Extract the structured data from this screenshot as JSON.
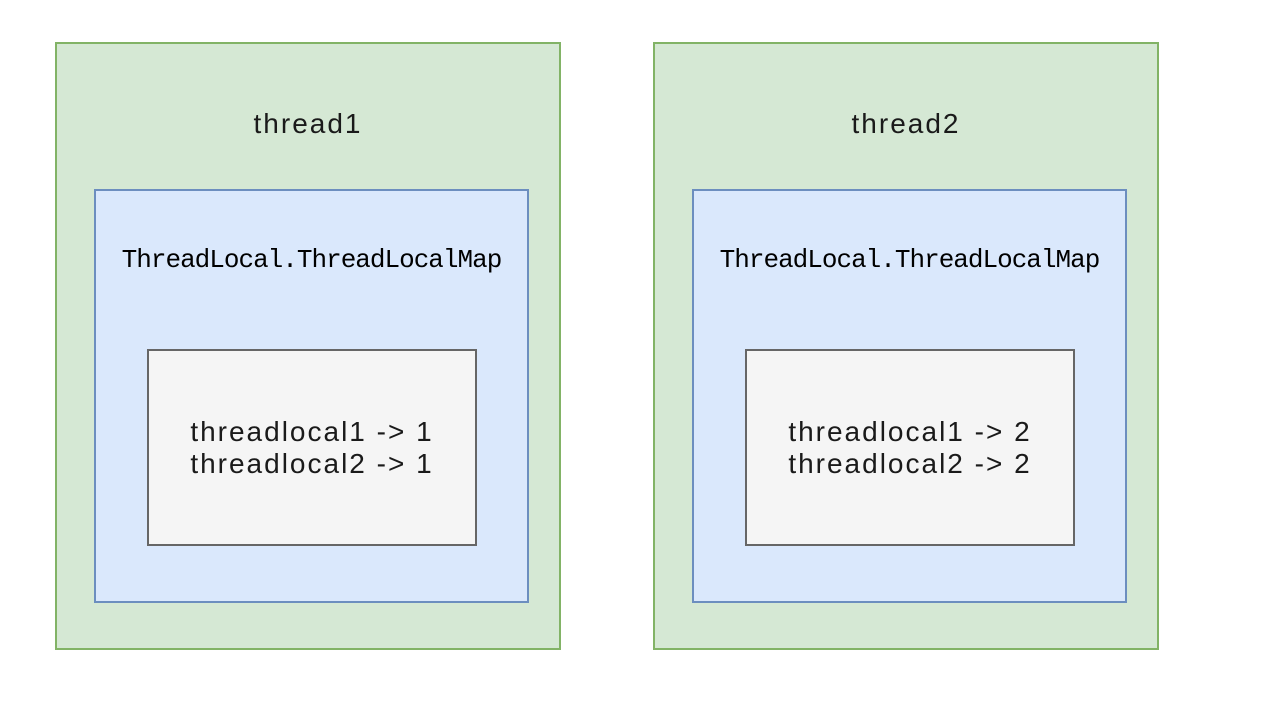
{
  "diagram": {
    "description": "Two threads each owning a ThreadLocal.ThreadLocalMap with thread-local entries",
    "threads": [
      {
        "title": "thread1",
        "map_label": "ThreadLocal.ThreadLocalMap",
        "entries": [
          "threadlocal1 -> 1",
          "threadlocal2 -> 1"
        ]
      },
      {
        "title": "thread2",
        "map_label": "ThreadLocal.ThreadLocalMap",
        "entries": [
          "threadlocal1 -> 2",
          "threadlocal2 -> 2"
        ]
      }
    ],
    "colors": {
      "background": "#ffffff",
      "thread_fill": "#d5e8d4",
      "thread_border": "#82b366",
      "map_fill": "#dae8fc",
      "map_border": "#6c8ebf",
      "entry_fill": "#f5f5f5",
      "entry_border": "#666666",
      "text": "#1a1a1a"
    }
  }
}
